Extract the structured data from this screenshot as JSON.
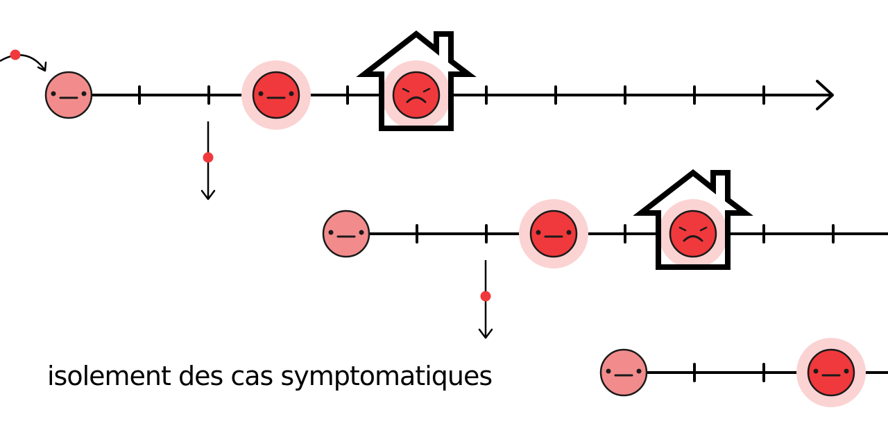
{
  "caption": "isolement des cas symptomatiques",
  "colors": {
    "line": "#000000",
    "face_healthy": "#f28c8c",
    "face_infectious": "#f0393c",
    "halo": "#fbd3d3",
    "transmission_dot": "#f0393c",
    "house": "#000000"
  },
  "timelines": [
    {
      "id": "generation-1",
      "faces": [
        {
          "state": "exposed",
          "expression": "neutral",
          "halo": false,
          "isolated": false
        },
        {
          "state": "infectious",
          "expression": "neutral",
          "halo": true,
          "isolated": false
        },
        {
          "state": "symptomatic",
          "expression": "sad",
          "halo": true,
          "isolated": true
        }
      ]
    },
    {
      "id": "generation-2",
      "faces": [
        {
          "state": "exposed",
          "expression": "neutral",
          "halo": false,
          "isolated": false
        },
        {
          "state": "infectious",
          "expression": "neutral",
          "halo": true,
          "isolated": false
        },
        {
          "state": "symptomatic",
          "expression": "sad",
          "halo": true,
          "isolated": true
        }
      ]
    },
    {
      "id": "generation-3",
      "faces": [
        {
          "state": "exposed",
          "expression": "neutral",
          "halo": false,
          "isolated": false
        },
        {
          "state": "infectious",
          "expression": "neutral",
          "halo": true,
          "isolated": false
        }
      ]
    }
  ],
  "icons": [
    "arrow-right-icon",
    "arrow-down-icon",
    "house-icon",
    "neutral-face-icon",
    "sad-face-icon"
  ]
}
